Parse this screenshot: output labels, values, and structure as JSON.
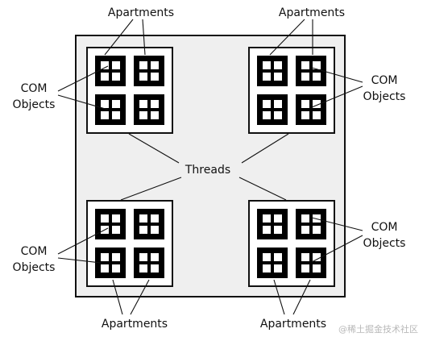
{
  "labels": {
    "apartments": "Apartments",
    "com_line1": "COM",
    "com_line2": "Objects",
    "threads": "Threads"
  },
  "watermark": "@稀土掘金技术社区",
  "colors": {
    "process_fill": "#efefef",
    "apartment_fill": "#ffffff",
    "outline": "#111111",
    "object_fill": "#000000",
    "object_window": "#ffffff"
  }
}
